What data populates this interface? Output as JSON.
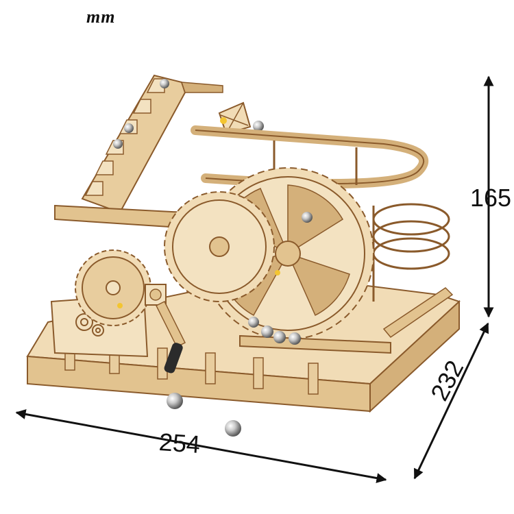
{
  "unit": "mm",
  "dimensions": {
    "height": "165",
    "width": "254",
    "depth": "232"
  },
  "colors": {
    "wood_light": "#f1dcb6",
    "wood_mid": "#e2c38f",
    "wood_dark": "#8a5a2b",
    "wood_burn": "#5b3a1a",
    "metal_ball": "#c9c9c9",
    "arrow": "#111111"
  }
}
